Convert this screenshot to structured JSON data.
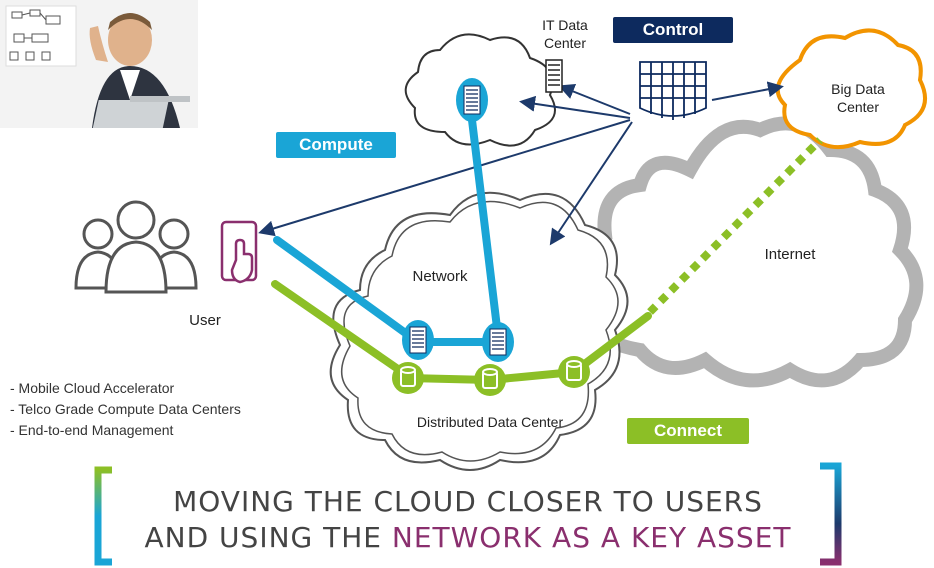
{
  "labels": {
    "it_data_center": "IT Data\nCenter",
    "big_data_center": "Big Data\nCenter",
    "network": "Network",
    "internet": "Internet",
    "user": "User",
    "distributed_data_center": "Distributed Data Center"
  },
  "badges": {
    "control": "Control",
    "compute": "Compute",
    "connect": "Connect"
  },
  "bullets": [
    "- Mobile Cloud Accelerator",
    "- Telco Grade Compute  Data Centers",
    "- End-to-end Management"
  ],
  "tagline": {
    "line1": "MOVING THE CLOUD CLOSER TO USERS",
    "line2_prefix": "AND USING THE ",
    "line2_highlight": "NETWORK AS A KEY ASSET"
  },
  "colors": {
    "compute_blue": "#1aa5d6",
    "connect_green": "#8cbf26",
    "control_navy": "#0d2a5e",
    "big_data_orange": "#f29400",
    "internet_gray": "#b3b3b3",
    "highlight_purple": "#8a2f6e"
  }
}
